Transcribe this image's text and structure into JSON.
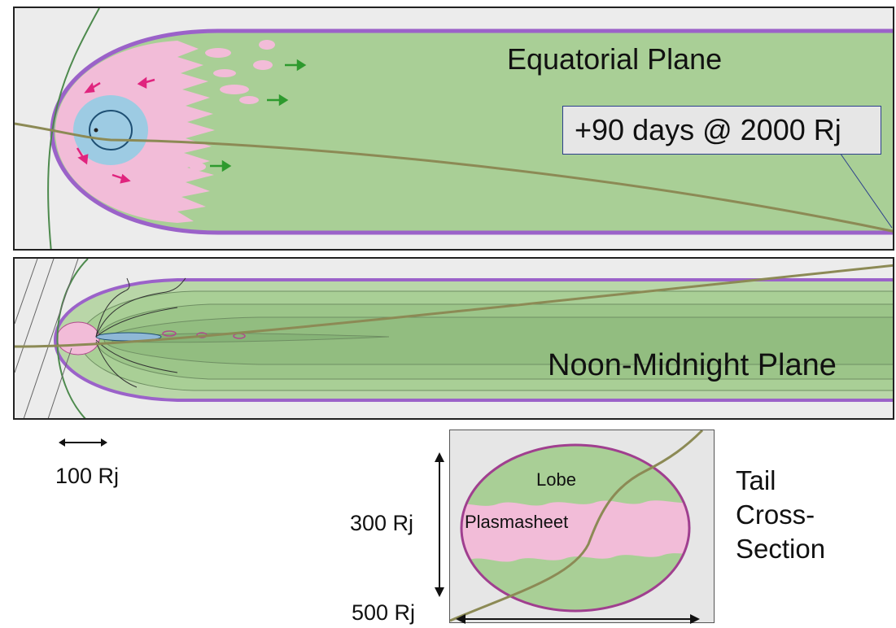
{
  "equatorial": {
    "title": "Equatorial Plane",
    "annotation": "+90 days @ 2000 Rj"
  },
  "noon_midnight": {
    "title": "Noon-Midnight Plane"
  },
  "scale": {
    "bar_label": "100 Rj"
  },
  "cross_section": {
    "title_lines": [
      "Tail",
      "Cross-",
      "Section"
    ],
    "lobe_label": "Lobe",
    "plasmasheet_label": "Plasmasheet",
    "height_label": "300 Rj",
    "width_label": "500 Rj"
  },
  "colors": {
    "lobe_green": "#a9cf96",
    "plasmasheet_pink": "#f2bcd8",
    "magnetopause_purple": "#9b62c9",
    "inner_blue": "#9dcbe3",
    "bow_shock_green": "#4d8a4d",
    "trajectory_olive": "#8c8a55",
    "flow_arrow_magenta": "#e0247e",
    "flow_arrow_green": "#2e9a2e",
    "callout_border": "#2c3f8c"
  }
}
